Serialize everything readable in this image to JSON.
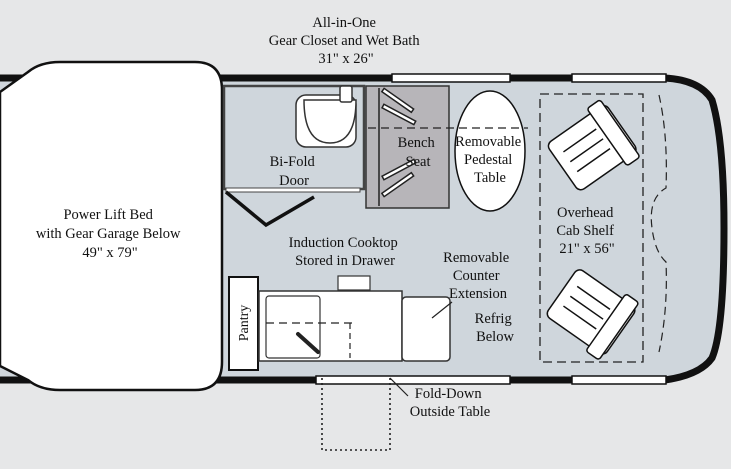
{
  "colors": {
    "background": "#e6e7e8",
    "interior": "#cfd6dc",
    "bench": "#b7b5b9",
    "wall": "#111111",
    "fixture": "#ffffff"
  },
  "labels": {
    "gear_closet": [
      "All-in-One",
      "Gear Closet and Wet Bath",
      "31\" x 26\""
    ],
    "bifold_door": [
      "Bi-Fold",
      "Door"
    ],
    "bench_seat": [
      "Bench",
      "Seat"
    ],
    "pedestal_table": [
      "Removable",
      "Pedestal",
      "Table"
    ],
    "overhead_shelf": [
      "Overhead",
      "Cab Shelf",
      "21\" x 56\""
    ],
    "lift_bed": [
      "Power Lift Bed",
      "with Gear Garage Below",
      "49\" x 79\""
    ],
    "induction_cooktop": [
      "Induction Cooktop",
      "Stored in Drawer"
    ],
    "counter_extension": [
      "Removable",
      "Counter",
      "Extension"
    ],
    "refrig": [
      "Refrig",
      "Below"
    ],
    "pantry": "Pantry",
    "outside_table": [
      "Fold-Down",
      "Outside Table"
    ]
  }
}
